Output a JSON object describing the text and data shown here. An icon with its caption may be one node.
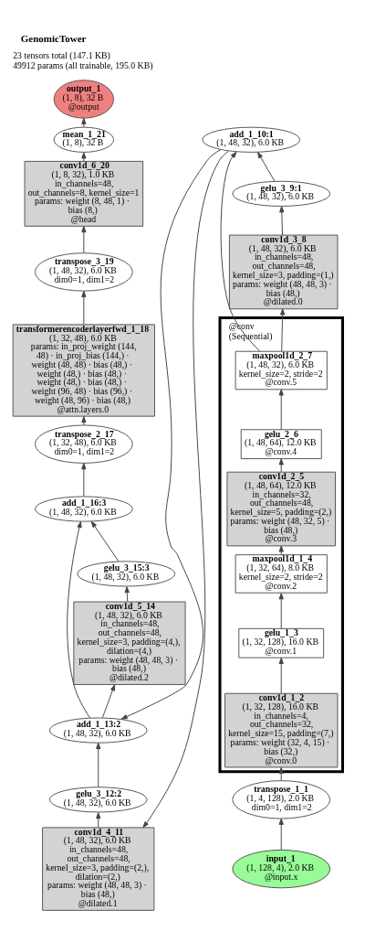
{
  "diagram": {
    "title": "GenomicTower",
    "labels": [
      "23 tensors total (147.1 KB)",
      "49912 params (all trainable, 195.0 KB)"
    ],
    "nodes": [
      {
        "text": [
          "output_1",
          "(1, 8), 32 B",
          "@output"
        ]
      },
      {
        "text": [
          "mean_1_21",
          "(1, 8), 32 B"
        ]
      },
      {
        "text": [
          "conv1d_6_20",
          "(1, 8, 32), 1.0 KB",
          "in_channels=48, out_channels=8, kernel_size=1",
          "params: weight (8, 48, 1) · bias (8,)",
          "@head"
        ]
      },
      {
        "text": [
          "transpose_3_19",
          "(1, 48, 32), 6.0 KB",
          "dim0=1, dim1=2"
        ]
      },
      {
        "text": [
          "transformerencoderlayerfwd_1_18",
          "(1, 32, 48), 6.0 KB",
          "params: in_proj_weight (144, 48) · in_proj_bias (144,) · weight (48, 48) · bias (48,) · weight (48,) · bias (48,) · weight (48,) · bias (48,) · weight (96, 48) · bias (96,) · weight (48, 96) · bias (48,)",
          "@attn.layers.0"
        ]
      },
      {
        "text": [
          "transpose_2_17",
          "(1, 32, 48), 6.0 KB",
          "dim0=1, dim1=2"
        ]
      },
      {
        "text": [
          "add_1_16:3",
          "(1, 48, 32), 6.0 KB"
        ]
      },
      {
        "text": [
          "gelu_3_15:3",
          "(1, 48, 32), 6.0 KB"
        ]
      },
      {
        "text": [
          "conv1d_5_14",
          "(1, 48, 32), 6.0 KB",
          "in_channels=48, out_channels=48, kernel_size=3, padding=(4,), dilation=(4,)",
          "params: weight (48, 48, 3) · bias (48,)",
          "@dilated.2"
        ]
      },
      {
        "text": [
          "add_1_13:2",
          "(1, 48, 32), 6.0 KB"
        ]
      },
      {
        "text": [
          "gelu_3_12:2",
          "(1, 48, 32), 6.0 KB"
        ]
      },
      {
        "text": [
          "conv1d_4_11",
          "(1, 48, 32), 6.0 KB",
          "in_channels=48, out_channels=48, kernel_size=3, padding=(2,), dilation=(2,)",
          "params: weight (48, 48, 3) · bias (48,)",
          "@dilated.1"
        ]
      },
      {
        "text": [
          "add_1_10:1",
          "(1, 48, 32), 6.0 KB"
        ]
      },
      {
        "text": [
          "gelu_3_9:1",
          "(1, 48, 32), 6.0 KB"
        ]
      },
      {
        "text": [
          "conv1d_3_8",
          "(1, 48, 32), 6.0 KB",
          "in_channels=48, out_channels=48, kernel_size=3, padding=(1,)",
          "params: weight (48, 48, 3) · bias (48,)",
          "@dilated.0"
        ]
      },
      {
        "text": [
          "@conv",
          "(Sequential)"
        ]
      },
      {
        "text": [
          "maxpool1d_2_7",
          "(1, 48, 32), 6.0 KB",
          "kernel_size=2, stride=2",
          "@conv.5"
        ],
        "in": 15
      },
      {
        "text": [
          "gelu_2_6",
          "(1, 48, 64), 12.0 KB",
          "@conv.4"
        ],
        "in": 15
      },
      {
        "text": [
          "conv1d_2_5",
          "(1, 48, 64), 12.0 KB",
          "in_channels=32, out_channels=48, kernel_size=5, padding=(2,)",
          "params: weight (48, 32, 5) · bias (48,)",
          "@conv.3"
        ],
        "in": 15
      },
      {
        "text": [
          "maxpool1d_1_4",
          "(1, 32, 64), 8.0 KB",
          "kernel_size=2, stride=2",
          "@conv.2"
        ],
        "in": 15
      },
      {
        "text": [
          "gelu_1_3",
          "(1, 32, 128), 16.0 KB",
          "@conv.1"
        ],
        "in": 15
      },
      {
        "text": [
          "conv1d_1_2",
          "(1, 32, 128), 16.0 KB",
          "in_channels=4, out_channels=32, kernel_size=15, padding=(7,)",
          "params: weight (32, 4, 15) · bias (32,)",
          "@conv.0"
        ],
        "in": 15
      },
      {
        "text": [
          "transpose_1_1",
          "(1, 4, 128), 2.0 KB",
          "dim0=1, dim1=2"
        ]
      },
      {
        "text": [
          "input_1",
          "(1, 128, 4), 2.0 KB",
          "@input.x"
        ]
      }
    ],
    "edges": [
      {
        "from": 23,
        "to": 22,
        "arrow": "to"
      },
      {
        "from": 22,
        "to": 21,
        "arrow": "to"
      },
      {
        "from": 21,
        "to": 20,
        "arrow": "to"
      },
      {
        "from": 20,
        "to": 19,
        "arrow": "to"
      },
      {
        "from": 19,
        "to": 18,
        "arrow": "to"
      },
      {
        "from": 18,
        "to": 17,
        "arrow": "to"
      },
      {
        "from": 17,
        "to": 16,
        "arrow": "to"
      },
      {
        "from": 16,
        "to": 14,
        "arrow": "to"
      },
      {
        "from": 16,
        "to": 12,
        "arrow": "to"
      },
      {
        "from": 14,
        "to": 13,
        "arrow": "to"
      },
      {
        "from": 13,
        "to": 12,
        "arrow": "to"
      },
      {
        "from": 12,
        "to": 11,
        "arrow": "to"
      },
      {
        "from": 12,
        "to": 9,
        "arrow": "to"
      },
      {
        "from": 11,
        "to": 10,
        "arrow": "to"
      },
      {
        "from": 10,
        "to": 9,
        "arrow": "to"
      },
      {
        "from": 9,
        "to": 8,
        "arrow": "to"
      },
      {
        "from": 9,
        "to": 6,
        "arrow": "to"
      },
      {
        "from": 8,
        "to": 7,
        "arrow": "to"
      },
      {
        "from": 7,
        "to": 6,
        "arrow": "to"
      },
      {
        "from": 6,
        "to": 5,
        "arrow": "to"
      },
      {
        "from": 5,
        "to": 4,
        "arrow": "to"
      },
      {
        "from": 4,
        "to": 3,
        "arrow": "to"
      },
      {
        "from": 3,
        "to": 2,
        "arrow": "to"
      },
      {
        "from": 2,
        "to": 1,
        "arrow": "to"
      },
      {
        "from": 1,
        "to": 0,
        "arrow": "to"
      }
    ]
  }
}
